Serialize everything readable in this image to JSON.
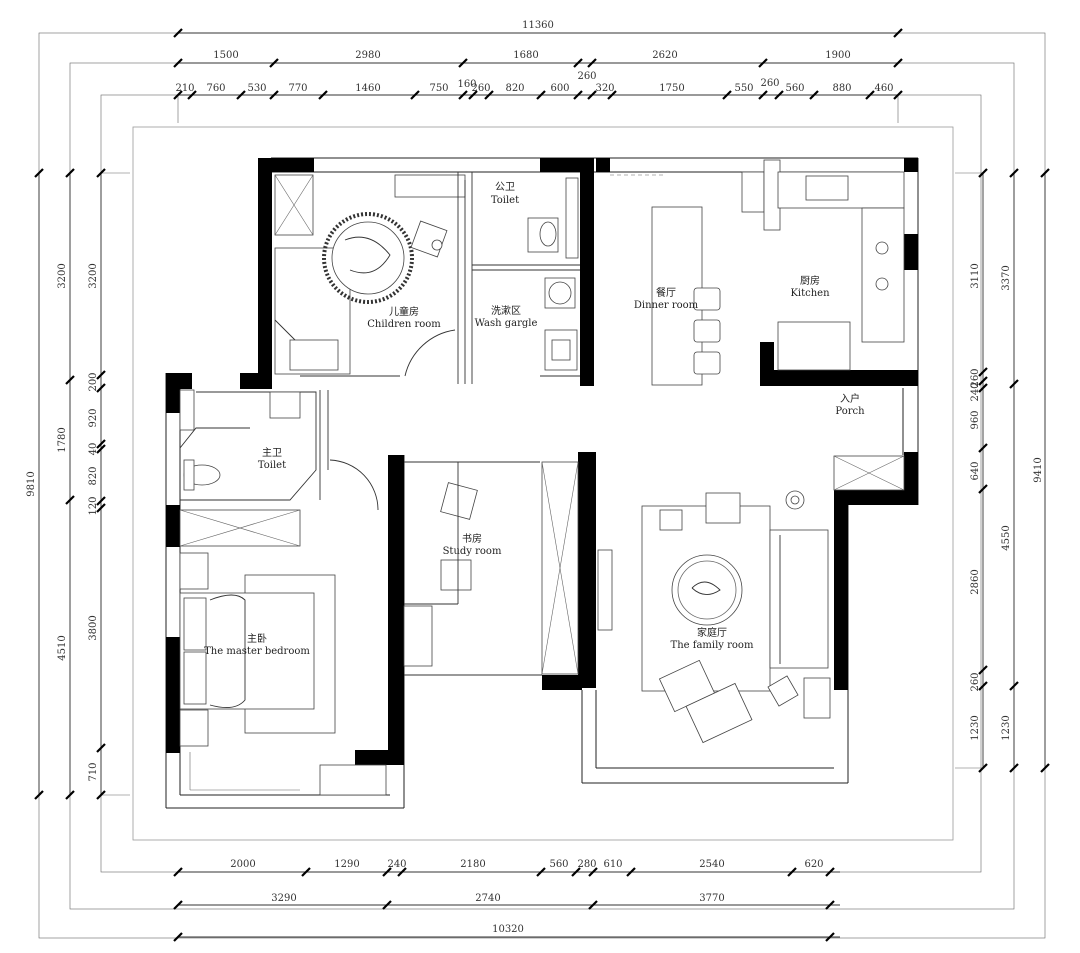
{
  "plan": {
    "rooms": {
      "children_cn": "儿童房",
      "children_en": "Children room",
      "toilet1_cn": "公卫",
      "toilet1_en": "Toilet",
      "wash_cn": "洗漱区",
      "wash_en": "Wash gargle",
      "dining_cn": "餐厅",
      "dining_en": "Dinner room",
      "kitchen_cn": "厨房",
      "kitchen_en": "Kitchen",
      "porch_cn": "入户",
      "porch_en": "Porch",
      "toilet2_cn": "主卫",
      "toilet2_en": "Toilet",
      "study_cn": "书房",
      "study_en": "Study room",
      "master_cn": "主卧",
      "master_en": "The master bedroom",
      "family_cn": "家庭厅",
      "family_en": "The family room"
    },
    "dims_top": {
      "overall": "11360",
      "row2": [
        "1500",
        "2980",
        "1680",
        "2620",
        "1900"
      ],
      "row3_a": "260",
      "row4": [
        "210",
        "760",
        "530",
        "770",
        "1460",
        "750",
        "160",
        "260",
        "820",
        "600",
        "320",
        "1750",
        "550",
        "260",
        "560",
        "880",
        "460"
      ]
    },
    "dims_bottom": {
      "row1": [
        "2000",
        "1290",
        "240",
        "2180",
        "560",
        "280",
        "610",
        "2540",
        "620"
      ],
      "row2": [
        "3290",
        "2740",
        "3770"
      ],
      "overall": "10320"
    },
    "dims_left": {
      "overall": "9810",
      "outer": [
        "3200",
        "1780",
        "4510"
      ],
      "inner": [
        "3200",
        "200",
        "920",
        "40",
        "820",
        "120",
        "3800",
        "710"
      ]
    },
    "dims_right": {
      "overall": "9410",
      "outer": [
        "3370",
        "4550",
        "1230"
      ],
      "inner": [
        "3110",
        "260",
        "240",
        "960",
        "640",
        "2860",
        "260",
        "1230"
      ]
    }
  }
}
